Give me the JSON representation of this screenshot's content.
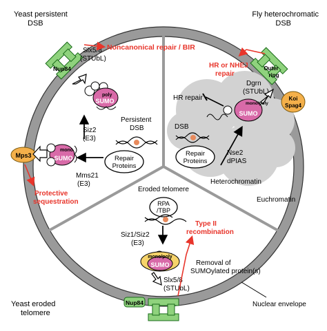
{
  "corner_labels": {
    "top_left": [
      "Yeast persistent",
      "DSB"
    ],
    "top_right": [
      "Fly heterochromatic",
      "DSB"
    ],
    "bottom_left": [
      "Yeast eroded",
      "telomere"
    ]
  },
  "proteins": {
    "nup84_top": "Nup84",
    "nup84_bottom": "Nup84",
    "outer_ring": [
      "Outer",
      "ring"
    ],
    "koi_spag4": [
      "Koi",
      "Spag4"
    ],
    "mps3": "Mps3"
  },
  "sumo": {
    "label": "SUMO",
    "poly": "poly",
    "mono": "mono",
    "mono_poly": "mono/poly"
  },
  "yeast_dsb": {
    "slx58": [
      "Slx5/8",
      "(STUbL)"
    ],
    "noncanonical": "Noncanonical repair / BIR",
    "siz2": [
      "Siz2",
      "(E3)"
    ],
    "persistent_dsb": [
      "Persistent",
      "DSB"
    ],
    "mms21": [
      "Mms21",
      "(E3)"
    ],
    "repair_proteins": [
      "Repair",
      "Proteins"
    ],
    "protective": [
      "Protective",
      "sequestration"
    ]
  },
  "fly_dsb": {
    "hr_nhej": [
      "HR or NHEJ",
      "repair"
    ],
    "dgrn": [
      "Dgrn",
      "(STUbL)"
    ],
    "hr_repair": "HR repair",
    "dsb": "DSB",
    "repair_proteins": [
      "Repair",
      "Proteins"
    ],
    "nse2": [
      "Nse2",
      "dPIAS"
    ],
    "heterochromatin": "Heterochromatin",
    "euchromatin": "Euchromatin"
  },
  "telomere": {
    "title": "Eroded telomere",
    "rpa": [
      "RPA",
      "/TBP"
    ],
    "siz": [
      "Siz1/Siz2",
      "(E3)"
    ],
    "type2": [
      "Type II",
      "recombination"
    ],
    "removal": [
      "Removal of",
      "SUMOylated protein(s)"
    ],
    "slx58": [
      "Slx5/8",
      "(STUbL)"
    ]
  },
  "nuclear_envelope": "Nuclear envelope",
  "colors": {
    "envelope": "#9a9a9a",
    "pore": "#8fd27d",
    "sumo": "#d86aa8",
    "orange": "#f4b04a",
    "red": "#e8352b",
    "heterochromatin": "#d2d2d2"
  }
}
